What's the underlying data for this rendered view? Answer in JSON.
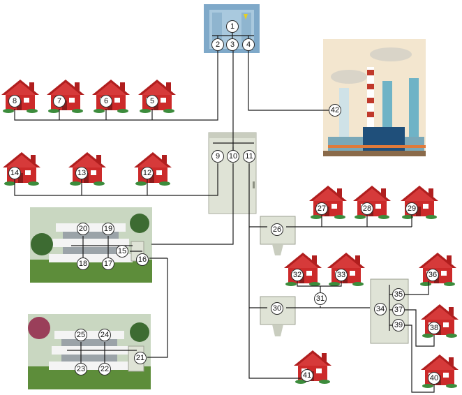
{
  "nodes": [
    {
      "id": "1",
      "label": "1"
    },
    {
      "id": "2",
      "label": "2"
    },
    {
      "id": "3",
      "label": "3"
    },
    {
      "id": "4",
      "label": "4"
    },
    {
      "id": "5",
      "label": "5"
    },
    {
      "id": "6",
      "label": "6"
    },
    {
      "id": "7",
      "label": "7"
    },
    {
      "id": "8",
      "label": "8"
    },
    {
      "id": "9",
      "label": "9"
    },
    {
      "id": "10",
      "label": "10"
    },
    {
      "id": "11",
      "label": "11"
    },
    {
      "id": "12",
      "label": "12"
    },
    {
      "id": "13",
      "label": "13"
    },
    {
      "id": "14",
      "label": "14"
    },
    {
      "id": "15",
      "label": "15"
    },
    {
      "id": "16",
      "label": "16"
    },
    {
      "id": "17",
      "label": "17"
    },
    {
      "id": "18",
      "label": "18"
    },
    {
      "id": "19",
      "label": "19"
    },
    {
      "id": "20",
      "label": "20"
    },
    {
      "id": "21",
      "label": "21"
    },
    {
      "id": "22",
      "label": "22"
    },
    {
      "id": "23",
      "label": "23"
    },
    {
      "id": "24",
      "label": "24"
    },
    {
      "id": "25",
      "label": "25"
    },
    {
      "id": "26",
      "label": "26"
    },
    {
      "id": "27",
      "label": "27"
    },
    {
      "id": "28",
      "label": "28"
    },
    {
      "id": "29",
      "label": "29"
    },
    {
      "id": "30",
      "label": "30"
    },
    {
      "id": "31",
      "label": "31"
    },
    {
      "id": "32",
      "label": "32"
    },
    {
      "id": "33",
      "label": "33"
    },
    {
      "id": "34",
      "label": "34"
    },
    {
      "id": "35",
      "label": "35"
    },
    {
      "id": "36",
      "label": "36"
    },
    {
      "id": "37",
      "label": "37"
    },
    {
      "id": "38",
      "label": "38"
    },
    {
      "id": "39",
      "label": "39"
    },
    {
      "id": "40",
      "label": "40"
    },
    {
      "id": "41",
      "label": "41"
    },
    {
      "id": "42",
      "label": "42"
    }
  ],
  "colors": {
    "wire": "#1a1a1a",
    "house_body": "#cc2a2a",
    "house_roof": "#b01e1e",
    "cabinet": "#dfe3d6",
    "substation": "#7fa9c9",
    "node_fill": "#ffffff"
  }
}
